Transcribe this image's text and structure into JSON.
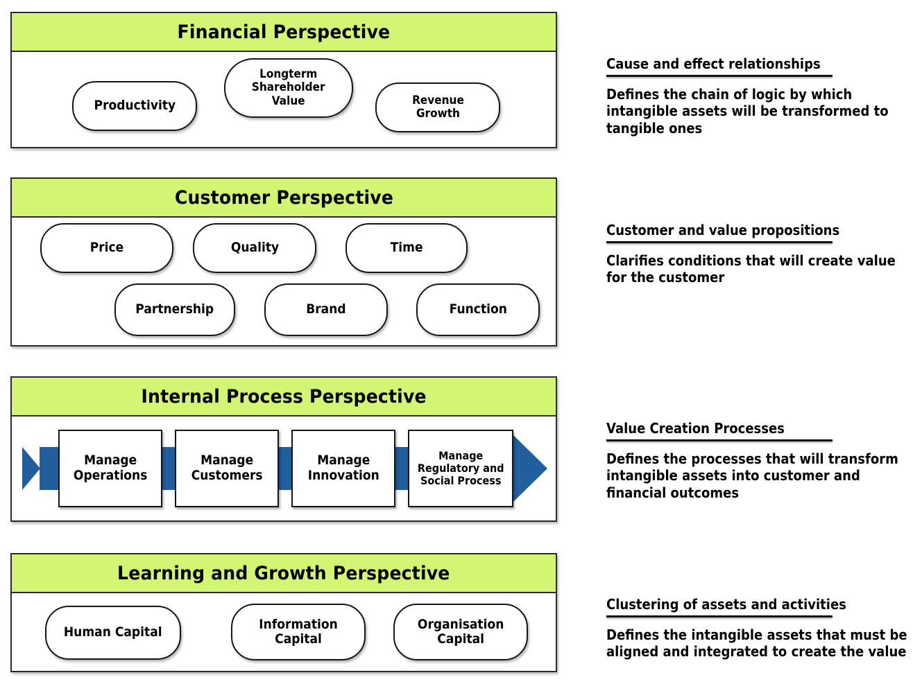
{
  "colors": {
    "header_green": "#D2F573",
    "process_blue": "#215E9E",
    "outline": "#151515",
    "text": "#000000",
    "background": "#FFFFFF"
  },
  "panels": [
    {
      "id": "financial",
      "title": "Financial Perspective",
      "nodes": [
        {
          "label": "Productivity"
        },
        {
          "label": "Longterm\nShareholder\nValue"
        },
        {
          "label": "Revenue\nGrowth"
        }
      ]
    },
    {
      "id": "customer",
      "title": "Customer Perspective",
      "nodes": [
        {
          "label": "Price"
        },
        {
          "label": "Quality"
        },
        {
          "label": "Time"
        },
        {
          "label": "Partnership"
        },
        {
          "label": "Brand"
        },
        {
          "label": "Function"
        }
      ]
    },
    {
      "id": "internal-process",
      "title": "Internal Process Perspective",
      "nodes": [
        {
          "label": "Manage\nOperations"
        },
        {
          "label": "Manage\nCustomers"
        },
        {
          "label": "Manage\nInnovation"
        },
        {
          "label": "Manage\nRegulatory and\nSocial Process"
        }
      ]
    },
    {
      "id": "learning-growth",
      "title": "Learning and Growth Perspective",
      "nodes": [
        {
          "label": "Human Capital"
        },
        {
          "label": "Information\nCapital"
        },
        {
          "label": "Organisation\nCapital"
        }
      ]
    }
  ],
  "notes": [
    {
      "id": "cause-and-effect",
      "title": "Cause and effect relationships",
      "body": "Defines the chain of logic by which intangible assets will be transformed to tangible ones"
    },
    {
      "id": "customer-value",
      "title": "Customer and value propositions",
      "body": "Clarifies conditions that will create value for the customer"
    },
    {
      "id": "value-creation",
      "title": "Value Creation Processes",
      "body": "Defines the processes that will transform intangible assets into customer and financial outcomes"
    },
    {
      "id": "clustering",
      "title": "Clustering of assets and activities",
      "body": "Defines the intangible assets that must be aligned and integrated to create the value"
    }
  ]
}
